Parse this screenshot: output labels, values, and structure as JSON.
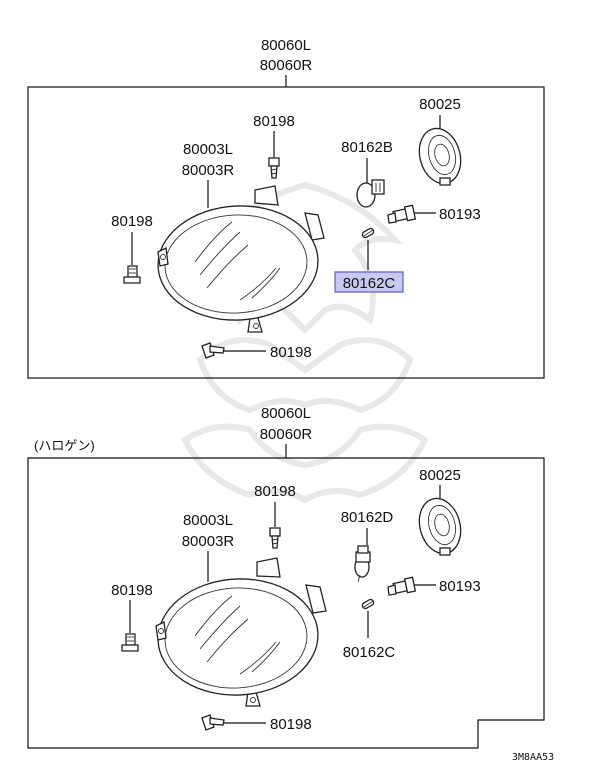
{
  "top_panel": {
    "assembly_labels": [
      "80060L",
      "80060R"
    ],
    "parts": {
      "socket_ring": "80025",
      "screw_top": "80198",
      "housing_labels": [
        "80003L",
        "80003R"
      ],
      "bulb_large": "80162B",
      "socket_small": "80193",
      "screw_left": "80198",
      "bulb_small_highlighted": "80162C",
      "screw_bottom": "80198"
    }
  },
  "bottom_panel": {
    "variant_note": "(ハロゲン)",
    "assembly_labels": [
      "80060L",
      "80060R"
    ],
    "parts": {
      "socket_ring": "80025",
      "screw_top": "80198",
      "housing_labels": [
        "80003L",
        "80003R"
      ],
      "bulb_large": "80162D",
      "socket_small": "80193",
      "screw_left": "80198",
      "bulb_small": "80162C",
      "screw_bottom": "80198"
    }
  },
  "diagram_code": "3M8AA53",
  "colors": {
    "highlight_fill": "#c8c9f0",
    "highlight_border": "#5a5cc8",
    "line": "#111111"
  }
}
